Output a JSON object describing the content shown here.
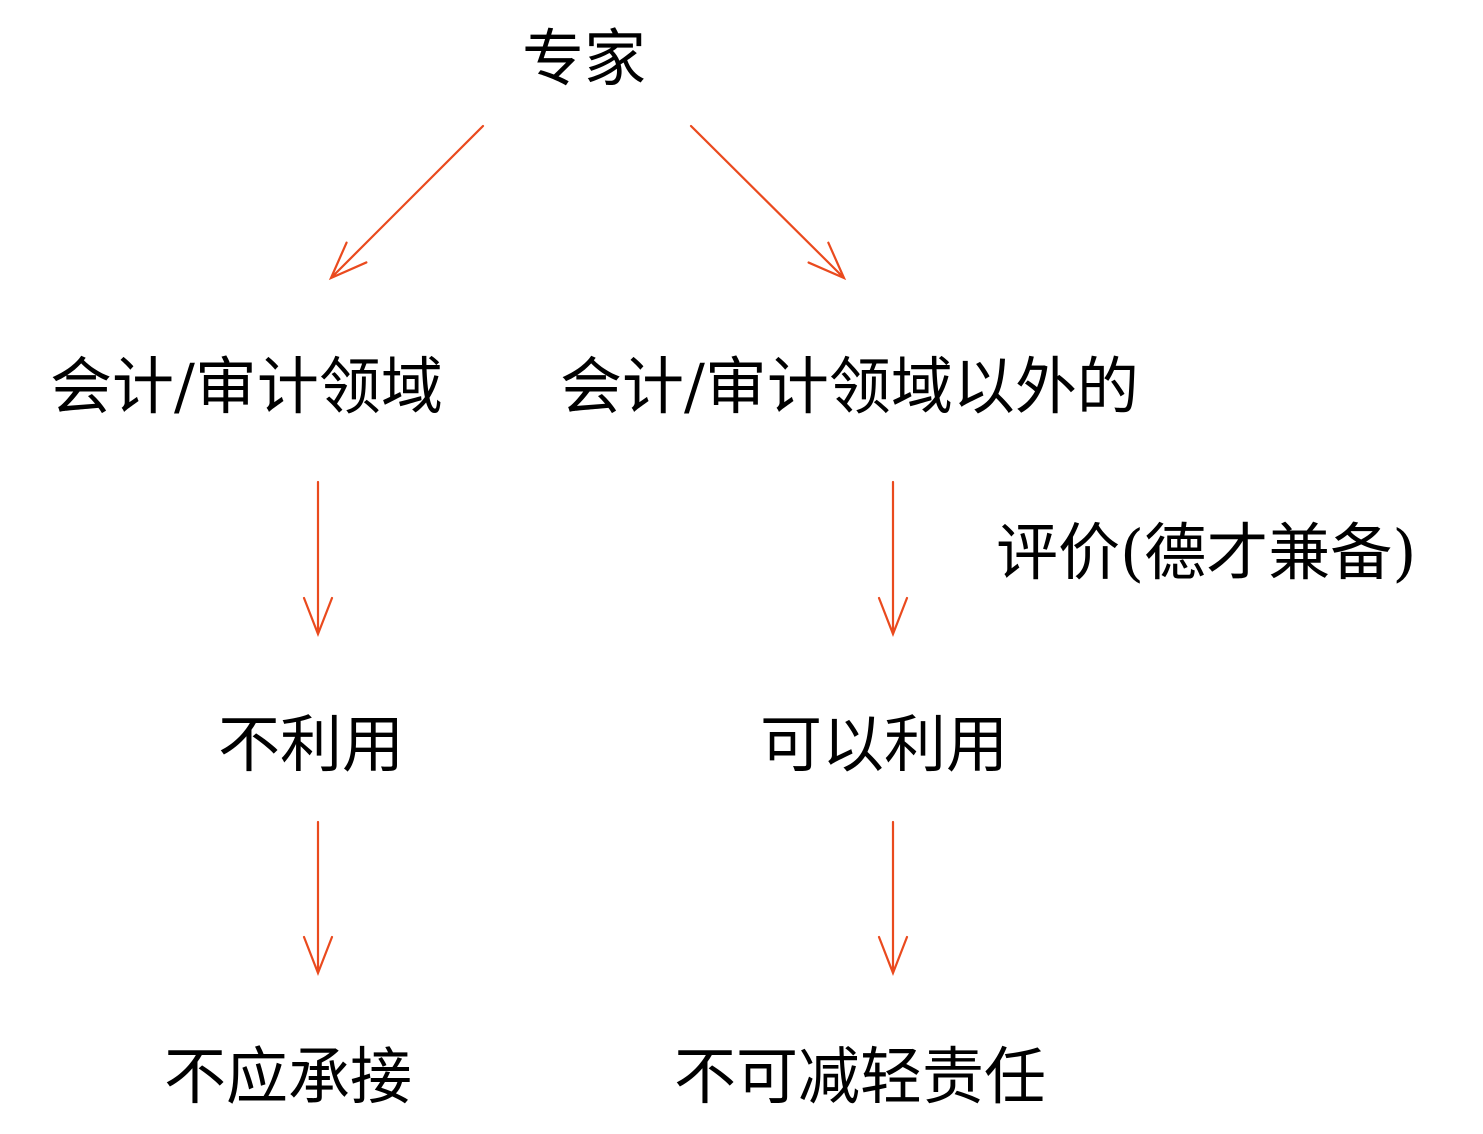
{
  "colors": {
    "arrow": "#ea4a1e",
    "text": "#000000"
  },
  "nodes": {
    "root": "专家",
    "left_domain": "会计/审计领域",
    "right_domain": "会计/审计领域以外的",
    "evaluate": "评价(德才兼备)",
    "not_use": "不利用",
    "can_use": "可以利用",
    "not_accept": "不应承接",
    "no_reduce": "不可减轻责任"
  }
}
